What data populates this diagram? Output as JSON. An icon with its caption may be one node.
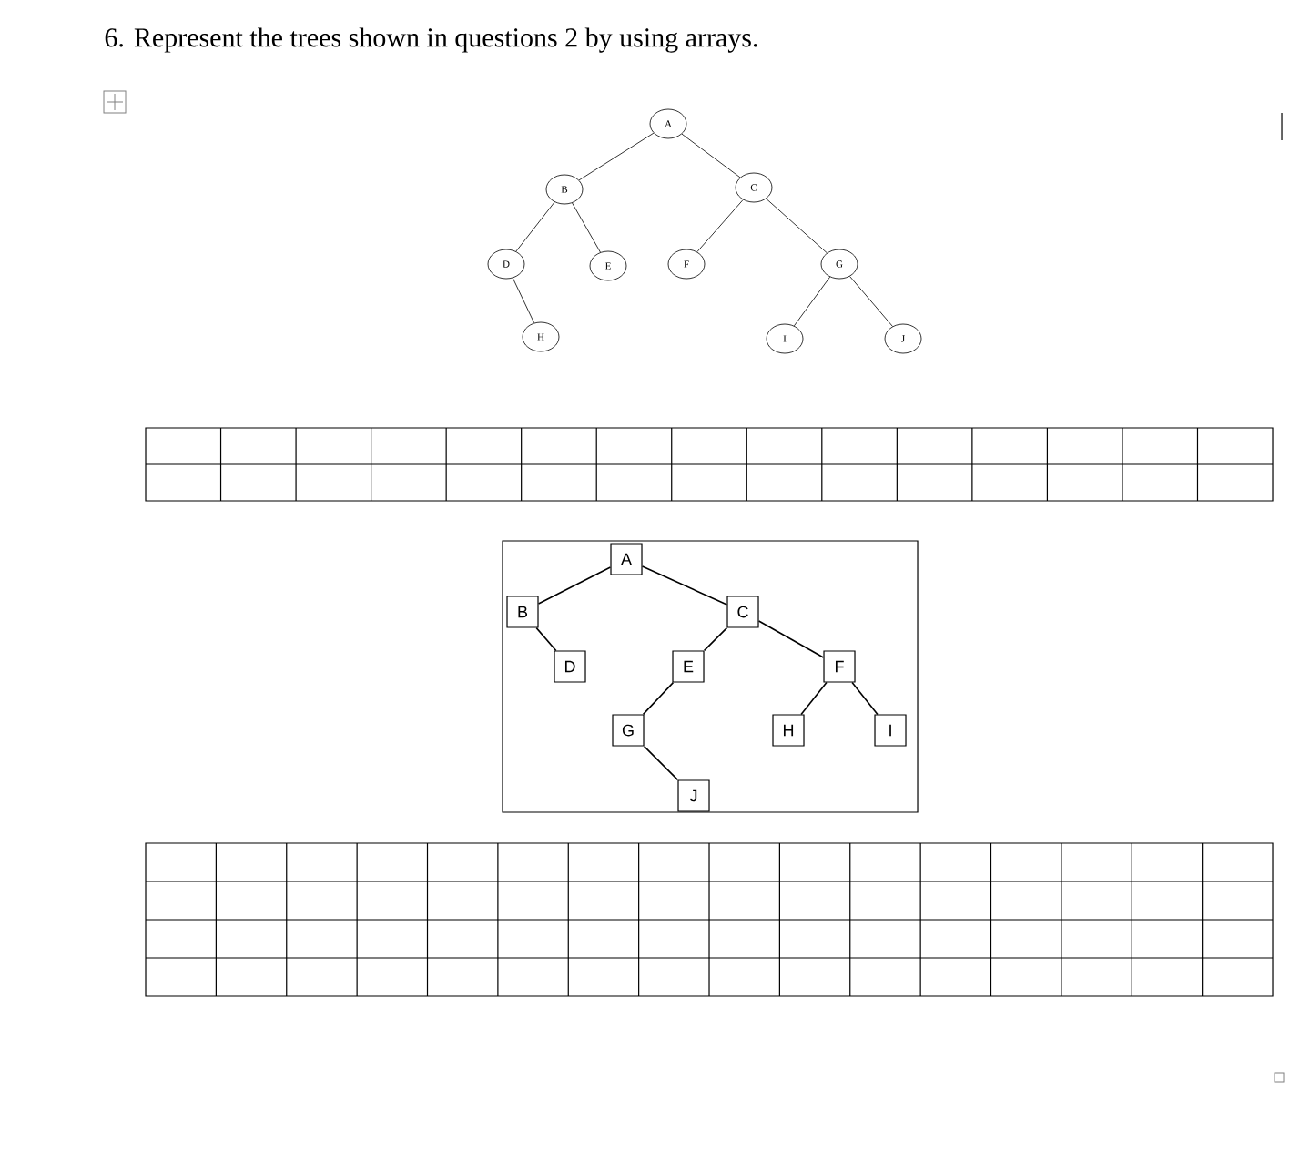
{
  "diagram": {
    "title": "6. Represent the trees shown in questions 2 by using arrays.",
    "nodes": [
      {
        "text": [
          "A"
        ]
      },
      {
        "text": [
          "B"
        ]
      },
      {
        "text": [
          "C"
        ]
      },
      {
        "text": [
          "D"
        ]
      },
      {
        "text": [
          "E"
        ]
      },
      {
        "text": [
          "F"
        ]
      },
      {
        "text": [
          "G"
        ]
      },
      {
        "text": [
          "H"
        ]
      },
      {
        "text": [
          "I"
        ]
      },
      {
        "text": [
          "J"
        ]
      },
      {
        "text": [],
        "shape": "box"
      },
      {
        "text": [
          "A"
        ],
        "in": 10
      },
      {
        "text": [
          "B"
        ],
        "in": 10
      },
      {
        "text": [
          "C"
        ],
        "in": 10
      },
      {
        "text": [
          "D"
        ],
        "in": 10
      },
      {
        "text": [
          "E"
        ],
        "in": 10
      },
      {
        "text": [
          "F"
        ],
        "in": 10
      },
      {
        "text": [
          "G"
        ],
        "in": 10
      },
      {
        "text": [
          "H"
        ],
        "in": 10
      },
      {
        "text": [
          "I"
        ],
        "in": 10
      },
      {
        "text": [
          "J"
        ],
        "in": 10
      }
    ],
    "edges": [
      {
        "from": 0,
        "to": 1,
        "arrow": "none"
      },
      {
        "from": 0,
        "to": 2,
        "arrow": "none"
      },
      {
        "from": 1,
        "to": 3,
        "arrow": "none"
      },
      {
        "from": 1,
        "to": 4,
        "arrow": "none"
      },
      {
        "from": 3,
        "to": 7,
        "arrow": "none"
      },
      {
        "from": 2,
        "to": 5,
        "arrow": "none"
      },
      {
        "from": 2,
        "to": 6,
        "arrow": "none"
      },
      {
        "from": 6,
        "to": 8,
        "arrow": "none"
      },
      {
        "from": 6,
        "to": 9,
        "arrow": "none"
      },
      {
        "from": 11,
        "to": 12,
        "arrow": "none"
      },
      {
        "from": 11,
        "to": 13,
        "arrow": "none"
      },
      {
        "from": 12,
        "to": 14,
        "arrow": "none"
      },
      {
        "from": 13,
        "to": 15,
        "arrow": "none"
      },
      {
        "from": 13,
        "to": 16,
        "arrow": "none"
      },
      {
        "from": 15,
        "to": 17,
        "arrow": "none"
      },
      {
        "from": 17,
        "to": 20,
        "arrow": "none"
      },
      {
        "from": 16,
        "to": 18,
        "arrow": "none"
      },
      {
        "from": 16,
        "to": 19,
        "arrow": "none"
      }
    ]
  }
}
